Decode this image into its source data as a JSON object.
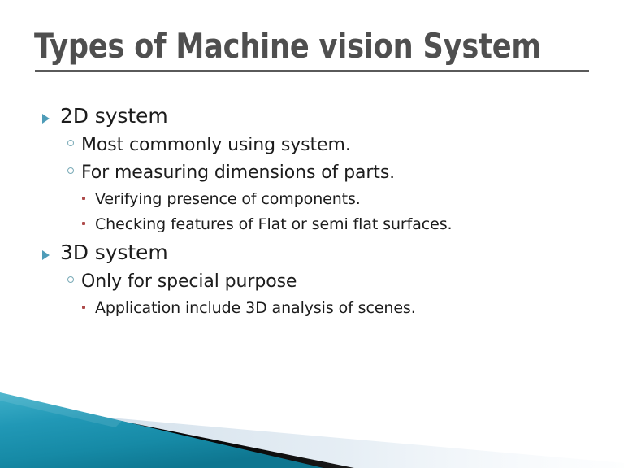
{
  "slide": {
    "title": "Types of Machine vision System",
    "background_color": "#ffffff",
    "title_color": "#4f4f4f",
    "body_text_color": "#1c1c1c",
    "bullets": [
      {
        "level": 1,
        "marker": "triangle-bullet-icon",
        "marker_color": "#4e9cb8",
        "text": "2D system"
      },
      {
        "level": 2,
        "marker": "circle-bullet-icon",
        "marker_color": "#79aab7",
        "text": "Most commonly using system."
      },
      {
        "level": 2,
        "marker": "circle-bullet-icon",
        "marker_color": "#79aab7",
        "text": "For measuring dimensions of parts."
      },
      {
        "level": 3,
        "marker": "dot-bullet-icon",
        "marker_color": "#ae4b4b",
        "text": "Verifying presence of components."
      },
      {
        "level": 3,
        "marker": "dot-bullet-icon",
        "marker_color": "#ae4b4b",
        "text": "Checking features of Flat or semi flat surfaces."
      },
      {
        "level": 1,
        "marker": "triangle-bullet-icon",
        "marker_color": "#4e9cb8",
        "text": "3D system"
      },
      {
        "level": 2,
        "marker": "circle-bullet-icon",
        "marker_color": "#79aab7",
        "text": "Only for special purpose"
      },
      {
        "level": 3,
        "marker": "dot-bullet-icon",
        "marker_color": "#ae4b4b",
        "text": "Application include 3D analysis of scenes."
      }
    ],
    "decoration": {
      "name": "bottom-left-corner-graphic",
      "teal_light": "#3ba9c4",
      "teal_mid": "#1f93b1",
      "teal_dark": "#14788f",
      "stripe_black": "#0a0a0a",
      "stripe_pale": "#d8e4ee"
    }
  }
}
